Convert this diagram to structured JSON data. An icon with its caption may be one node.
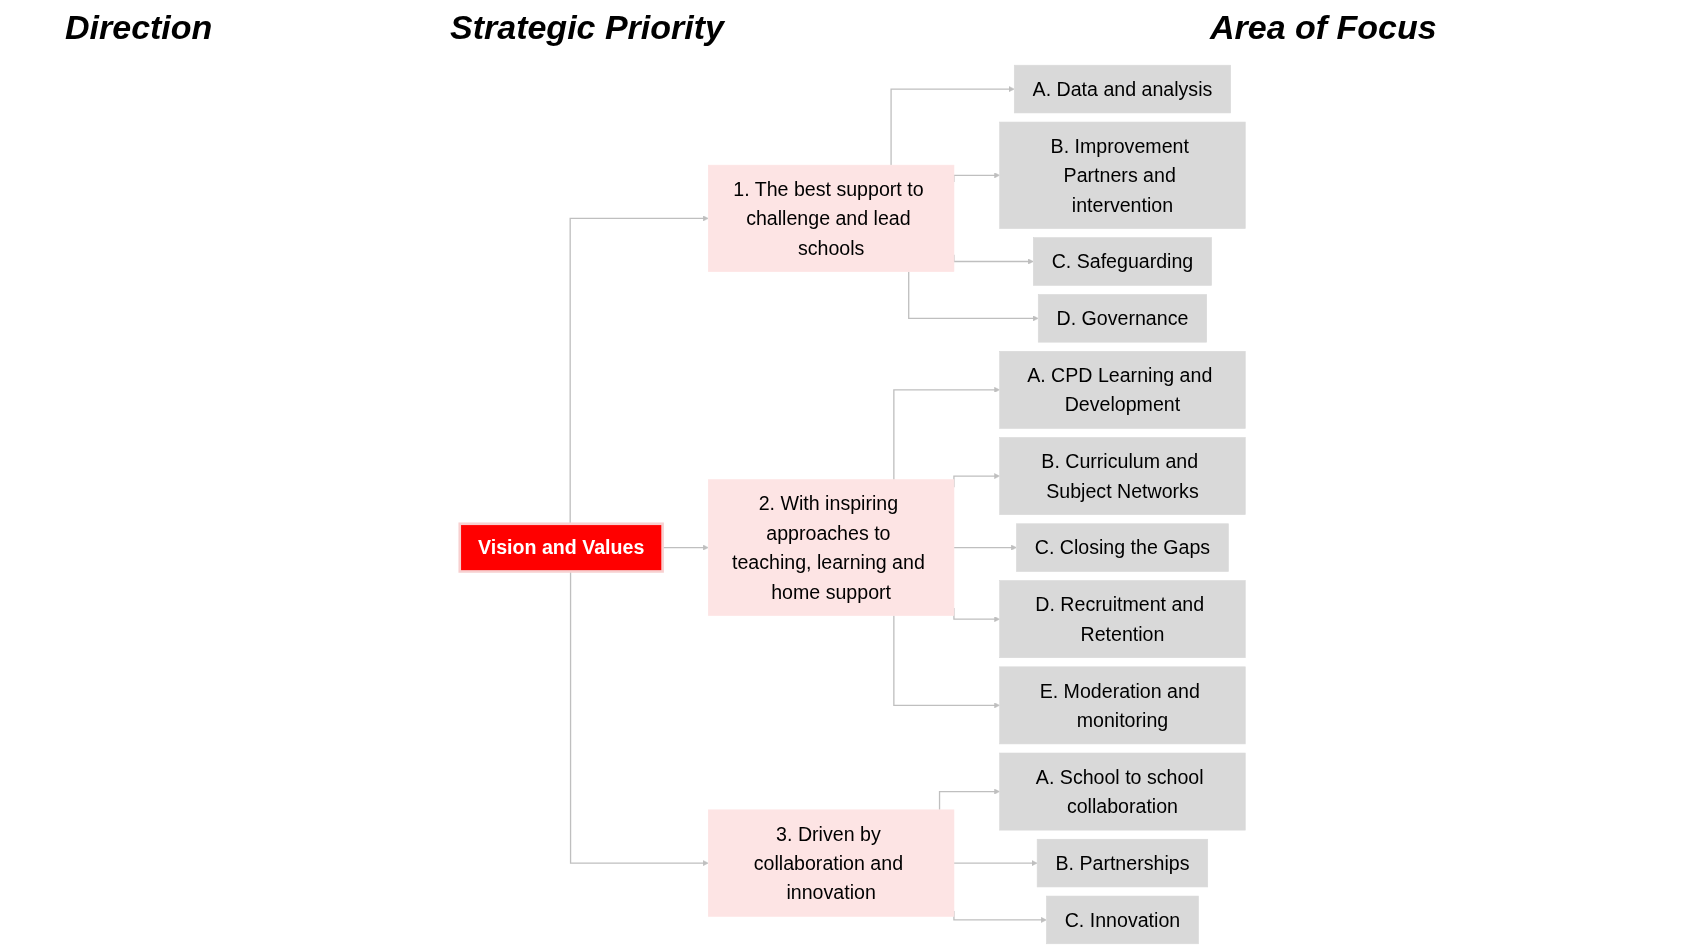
{
  "diagram": {
    "nodes": [
      {
        "text": [
          "Vision and Values"
        ]
      },
      {
        "text": [
          "1. The best support to challenge and lead schools"
        ]
      },
      {
        "text": [
          "2. With inspiring approaches to teaching, learning and home support"
        ]
      },
      {
        "text": [
          "3. Driven by collaboration and innovation"
        ]
      },
      {
        "text": [
          "A. Data and analysis"
        ]
      },
      {
        "text": [
          "B. Improvement Partners and intervention"
        ]
      },
      {
        "text": [
          "C. Safeguarding"
        ]
      },
      {
        "text": [
          "D. Governance"
        ]
      },
      {
        "text": [
          "A. CPD Learning and Development"
        ]
      },
      {
        "text": [
          "B. Curriculum and Subject Networks"
        ]
      },
      {
        "text": [
          "C. Closing the Gaps"
        ]
      },
      {
        "text": [
          "D. Recruitment and Retention"
        ]
      },
      {
        "text": [
          "E. Moderation and monitoring"
        ]
      },
      {
        "text": [
          "A. School to school collaboration"
        ]
      },
      {
        "text": [
          "B. Partnerships"
        ]
      },
      {
        "text": [
          "C. Innovation"
        ]
      }
    ],
    "edges": [
      {
        "from": 0,
        "to": 1,
        "arrow": "to"
      },
      {
        "from": 0,
        "to": 2,
        "arrow": "to"
      },
      {
        "from": 0,
        "to": 3,
        "arrow": "to"
      },
      {
        "from": 1,
        "to": 4,
        "arrow": "to"
      },
      {
        "from": 1,
        "to": 5,
        "arrow": "to"
      },
      {
        "from": 1,
        "to": 6,
        "arrow": "to"
      },
      {
        "from": 1,
        "to": 7,
        "arrow": "to"
      },
      {
        "from": 2,
        "to": 8,
        "arrow": "to"
      },
      {
        "from": 2,
        "to": 9,
        "arrow": "to"
      },
      {
        "from": 2,
        "to": 10,
        "arrow": "to"
      },
      {
        "from": 2,
        "to": 11,
        "arrow": "to"
      },
      {
        "from": 2,
        "to": 12,
        "arrow": "to"
      },
      {
        "from": 3,
        "to": 13,
        "arrow": "to"
      },
      {
        "from": 3,
        "to": 14,
        "arrow": "to"
      },
      {
        "from": 3,
        "to": 15,
        "arrow": "to"
      }
    ],
    "labels": [
      "Direction",
      "Strategic Priority",
      "Area of Focus"
    ]
  }
}
